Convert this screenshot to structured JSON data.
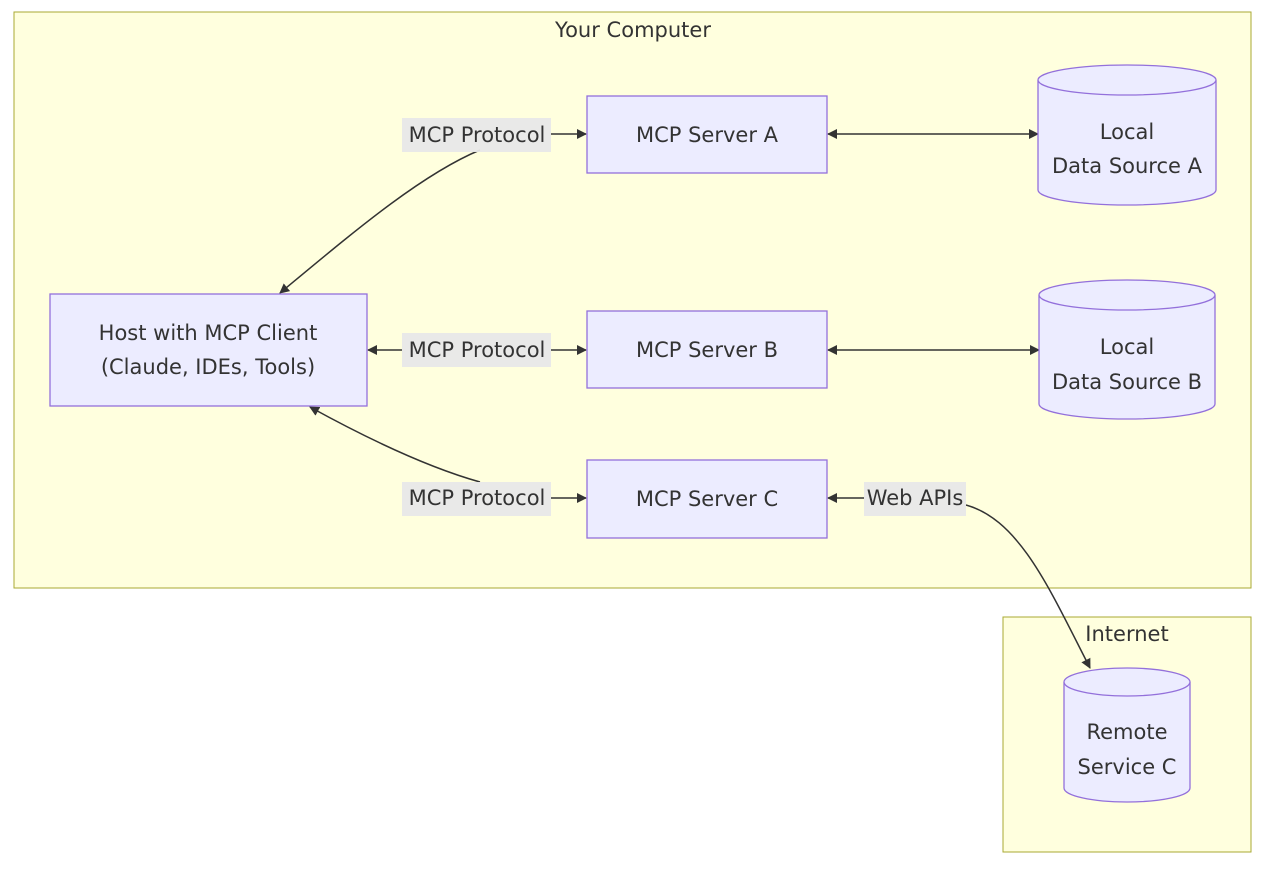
{
  "clusters": {
    "computer": {
      "label": "Your Computer"
    },
    "internet": {
      "label": "Internet"
    }
  },
  "nodes": {
    "host": {
      "lines": [
        "Host with MCP Client",
        "(Claude, IDEs, Tools)"
      ]
    },
    "server_a": {
      "lines": [
        "MCP Server A"
      ]
    },
    "server_b": {
      "lines": [
        "MCP Server B"
      ]
    },
    "server_c": {
      "lines": [
        "MCP Server C"
      ]
    },
    "data_a": {
      "lines": [
        "Local",
        "Data Source A"
      ]
    },
    "data_b": {
      "lines": [
        "Local",
        "Data Source B"
      ]
    },
    "remote_c": {
      "lines": [
        "Remote",
        "Service C"
      ]
    }
  },
  "edges": {
    "host_a": {
      "label": "MCP Protocol"
    },
    "host_b": {
      "label": "MCP Protocol"
    },
    "host_c": {
      "label": "MCP Protocol"
    },
    "a_data": {
      "label": ""
    },
    "b_data": {
      "label": ""
    },
    "c_remote": {
      "label": "Web APIs"
    }
  },
  "colors": {
    "cluster_fill": "#ffffde",
    "cluster_stroke": "#aaaa33",
    "node_fill": "#ececff",
    "node_stroke": "#9370db",
    "edge": "#333333",
    "label_bg": "#e8e8e8"
  }
}
